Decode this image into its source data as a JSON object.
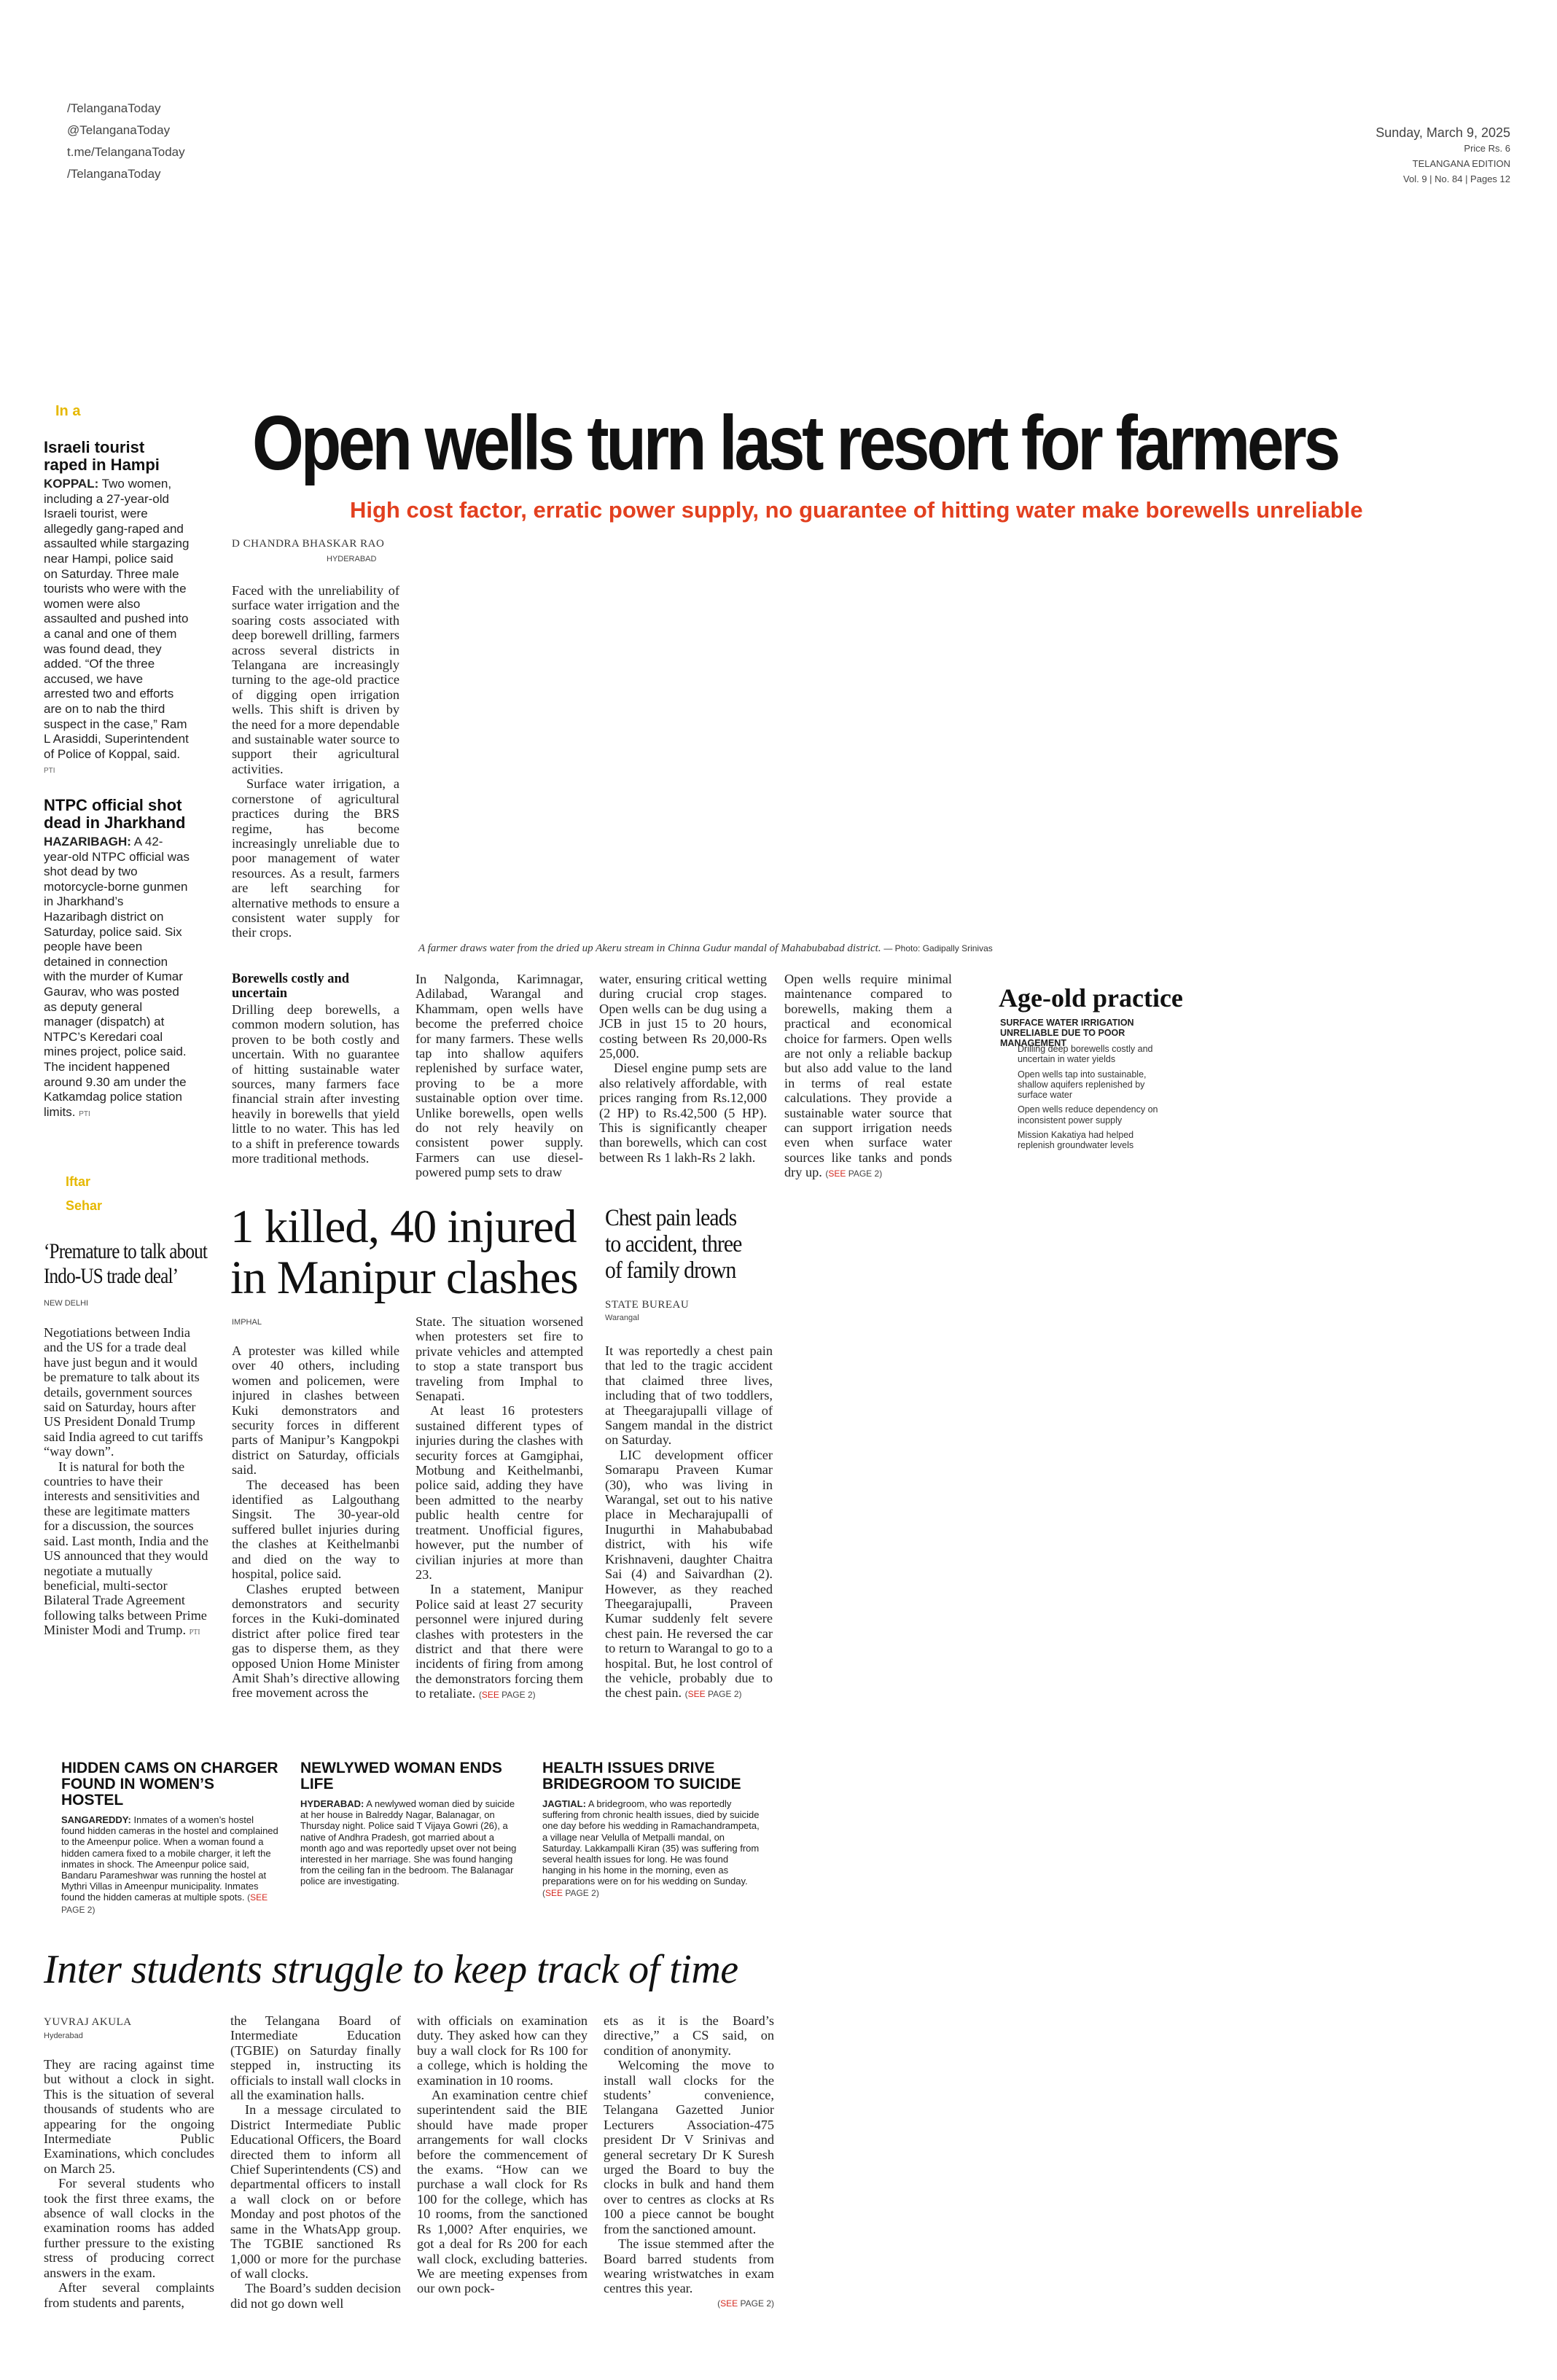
{
  "masthead": {
    "social": [
      "/TelanganaToday",
      "@TelanganaToday",
      "t.me/TelanganaToday",
      "/TelanganaToday"
    ],
    "date": "Sunday, March 9, 2025",
    "price": "Price Rs. 6",
    "edition": "TELANGANA EDITION",
    "volume": "Vol. 9 | No. 84 | Pages 12"
  },
  "left_rail": {
    "section_label": "In a",
    "briefs": [
      {
        "headline": "Israeli tourist raped in Hampi",
        "dateline": "KOPPAL:",
        "body": "Two women, including a 27-year-old Israeli tourist, were allegedly gang-raped and assaulted while stargazing near Hampi, police said on Saturday. Three male tourists who were with the women were also assaulted and pushed into a canal and one of them was found dead, they added. “Of the three accused, we have arrested two and efforts are on to nab the third suspect in the case,” Ram L Arasiddi, Superintendent of Police of Koppal, said.",
        "credit": "PTI"
      },
      {
        "headline": "NTPC official shot dead in Jharkhand",
        "dateline": "HAZARIBAGH:",
        "body": "A 42-year-old NTPC official was shot dead by two motorcycle-borne gunmen in Jharkhand’s Hazaribagh district on Saturday, police said. Six people have been detained in connection with the murder of Kumar Gaurav, who was posted as deputy general manager (dispatch) at NTPC’s Keredari coal mines project, police said. The incident happened around 9.30 am under the Katkamdag police station limits.",
        "credit": "PTI"
      }
    ],
    "iftar_label": "Iftar",
    "sehar_label": "Sehar",
    "trade_story": {
      "headline": "‘Premature to talk about Indo-US trade deal’",
      "place": "NEW DELHI",
      "paragraphs": [
        "Negotiations between India and the US for a trade deal have just begun and it would be premature to talk about its details, government sources said on Saturday, hours after US President Donald Trump said India agreed to cut tariffs “way down”.",
        "It is natural for both the countries to have their interests and sensitivities and these are legitimate matters for a discussion, the sources said. Last month, India and the US announced that they would negotiate a mutually beneficial, multi-sector Bilateral Trade Agreement following talks between Prime Minister Modi and Trump."
      ],
      "credit": "PTI"
    }
  },
  "lead_story": {
    "headline": "Open wells turn last resort for farmers",
    "subheadline": "High cost factor, erratic power supply, no guarantee of hitting water make borewells unreliable",
    "byline": "D CHANDRA BHASKAR RAO",
    "place": "HYDERABAD",
    "col1": [
      "Faced with the unreliability of surface water irrigation and the soaring costs associated with deep borewell drilling, farmers across several districts in Telangana are increasingly turning to the age-old practice of digging open irrigation wells. This shift is driven by the need for a more dependable and sustainable water source to support their agricultural activities.",
      "Surface water irrigation, a cornerstone of agricultural practices during the BRS regime, has become increasingly unreliable due to poor management of water resources. As a result, farmers are left searching for alternative methods to ensure a consistent water supply for their crops."
    ],
    "col1_subhead": "Borewells costly and uncertain",
    "col1b": [
      "Drilling deep borewells, a common modern solution, has proven to be both costly and uncertain. With no guarantee of hitting sustainable water sources, many farmers face financial strain after investing heavily in borewells that yield little to no water. This has led to a shift in preference towards more traditional methods."
    ],
    "col2": [
      "In Nalgonda, Karimnagar, Adilabad, Warangal and Khammam, open wells have become the preferred choice for many farmers. These wells tap into shallow aquifers replenished by surface water, proving to be a more sustainable option over time. Unlike borewells, open wells do not rely heavily on consistent power supply. Farmers can use diesel-powered pump sets to draw"
    ],
    "col3": [
      "water, ensuring critical wetting during crucial crop stages. Open wells can be dug using a JCB in just 15 to 20 hours, costing between Rs 20,000-Rs 25,000.",
      "Diesel engine pump sets are also relatively affordable, with prices ranging from Rs.12,000 (2 HP) to Rs.42,500 (5 HP). This is significantly cheaper than borewells, which can cost between Rs 1 lakh-Rs 2 lakh."
    ],
    "col4": [
      "Open wells require minimal maintenance compared to borewells, making them a practical and economical choice for farmers. Open wells are not only a reliable backup but also add value to the land in terms of real estate calculations. They provide a sustainable water source that can support irrigation needs even when surface water sources like tanks and ponds dry up."
    ],
    "see_page": "PAGE 2",
    "see_label": "SEE",
    "photo_caption": "A farmer draws water from the dried up Akeru stream in Chinna Gudur mandal of Mahabubabad district.",
    "photo_credit": "— Photo: Gadipally Srinivas"
  },
  "sidebar": {
    "title": "Age-old practice",
    "subtitle": "SURFACE WATER IRRIGATION UNRELIABLE DUE TO POOR MANAGEMENT",
    "bullets": [
      "Drilling deep borewells costly and uncertain in water yields",
      "Open wells tap into sustainable, shallow aquifers replenished by surface water",
      "Open wells reduce dependency on inconsistent power supply",
      "Mission Kakatiya had helped replenish groundwater levels"
    ]
  },
  "manipur_story": {
    "headline": "1 killed, 40 injured in Manipur clashes",
    "place": "IMPHAL",
    "col1": [
      "A protester was killed while over 40 others, including women and policemen, were injured in clashes between Kuki demonstrators and security forces in different parts of Manipur’s Kangpokpi district on Saturday, officials said.",
      "The deceased has been identified as Lalgouthang Singsit. The 30-year-old suffered bullet injuries during the clashes at Keithelmanbi and died on the way to hospital, police said.",
      "Clashes erupted between demonstrators and security forces in the Kuki-dominated district after police fired tear gas to disperse them, as they opposed Union Home Minister Amit Shah’s directive allowing free movement across the"
    ],
    "col2": [
      "State. The situation worsened when protesters set fire to private vehicles and attempted to stop a state transport bus traveling from Imphal to Senapati.",
      "At least 16 protesters sustained different types of injuries during the clashes with security forces at Gamgiphai, Motbung and Keithelmanbi, police said, adding they have been admitted to the nearby public health centre for treatment. Unofficial figures, however, put the number of civilian injuries at more than 23.",
      "In a statement, Manipur Police said at least 27 security personnel were injured during clashes with protesters in the district and that there were incidents of firing from among the demonstrators forcing them to retaliate."
    ]
  },
  "chest_story": {
    "headline": "Chest pain leads to accident, three of family drown",
    "byline": "STATE BUREAU",
    "place": "Warangal",
    "paragraphs": [
      "It was reportedly a chest pain that led to the tragic accident that claimed three lives, including that of two toddlers, at Theegarajupalli village of Sangem mandal in the district on Saturday.",
      "LIC development officer Somarapu Praveen Kumar (30), who was living in Warangal, set out to his native place in Mecharajupalli of Inugurthi in Mahabubabad district, with his wife Krishnaveni, daughter Chaitra Sai (4) and Saivardhan (2). However, as they reached Theegarajupalli, Praveen Kumar suddenly felt severe chest pain. He reversed the car to return to Warangal to go to a hospital. But, he lost control of the vehicle, probably due to the chest pain."
    ]
  },
  "briefs_row": [
    {
      "headline": "HIDDEN CAMS ON CHARGER FOUND IN WOMEN’S HOSTEL",
      "dateline": "SANGAREDDY:",
      "body": "Inmates of a women’s hostel found hidden cameras in the hostel and complained to the Ameenpur police. When a woman found a hidden camera fixed to a mobile charger, it left the inmates in shock. The Ameenpur police said, Bandaru Parameshwar was running the hostel at Mythri Villas in Ameenpur municipality. Inmates found the hidden cameras at multiple spots."
    },
    {
      "headline": "NEWLYWED WOMAN ENDS LIFE",
      "dateline": "HYDERABAD:",
      "body": "A newlywed woman died by suicide at her house in Balreddy Nagar, Balanagar, on Thursday night. Police said T Vijaya Gowri (26), a native of Andhra Pradesh, got married about a month ago and was reportedly upset over not being interested in her marriage. She was found hanging from the ceiling fan in the bedroom. The Balanagar police are investigating."
    },
    {
      "headline": "HEALTH ISSUES DRIVE BRIDEGROOM TO SUICIDE",
      "dateline": "JAGTIAL:",
      "body": "A bridegroom, who was reportedly suffering from chronic health issues, died by suicide one day before his wedding in Ramachandrampeta, a village near Velulla of Metpalli mandal, on Saturday. Lakkampalli Kiran (35) was suffering from several health issues for long. He was found hanging in his home in the morning, even as preparations were on for his wedding on Sunday."
    }
  ],
  "inter_story": {
    "headline": "Inter students struggle to keep track of time",
    "byline": "YUVRAJ AKULA",
    "place": "Hyderabad",
    "col1": [
      "They are racing against time but without a clock in sight. This is the situation of several thousands of students who are appearing for the ongoing Intermediate Public Examinations, which concludes on March 25.",
      "For several students who took the first three exams, the absence of wall clocks in the examination rooms has added further pressure to the existing stress of producing correct answers in the exam.",
      "After several complaints from students and parents,"
    ],
    "col2": [
      "the Telangana Board of Intermediate Education (TGBIE) on Saturday finally stepped in, instructing its officials to install wall clocks in all the examination halls.",
      "In a message circulated to District Intermediate Public Educational Officers, the Board directed them to inform all Chief Superintendents (CS) and departmental officers to install a wall clock on or before Monday and post photos of the same in the WhatsApp group. The TGBIE sanctioned Rs 1,000 or more for the purchase of wall clocks.",
      "The Board’s sudden decision did not go down well"
    ],
    "col3": [
      "with officials on examination duty. They asked how can they buy a wall clock for Rs 100 for a college, which is holding the examination in 10 rooms.",
      "An examination centre chief superintendent said the BIE should have made proper arrangements for wall clocks before the commencement of the exams. “How can we purchase a wall clock for Rs 100 for the college, which has 10 rooms, from the sanctioned Rs 1,000? After enquiries, we got a deal for Rs 200 for each wall clock, excluding batteries. We are meeting expenses from our own pock-"
    ],
    "col4": [
      "ets as it is the Board’s directive,” a CS said, on condition of anonymity.",
      "Welcoming the move to install wall clocks for the students’ convenience, Telangana Gazetted Junior Lecturers Association-475 president Dr V Srinivas and general secretary Dr K Suresh urged the Board to buy the clocks in bulk and hand them over to centres as clocks at Rs 100 a piece cannot be bought from the sanctioned amount.",
      "The issue stemmed after the Board barred students from wearing wristwatches in exam centres this year."
    ]
  }
}
